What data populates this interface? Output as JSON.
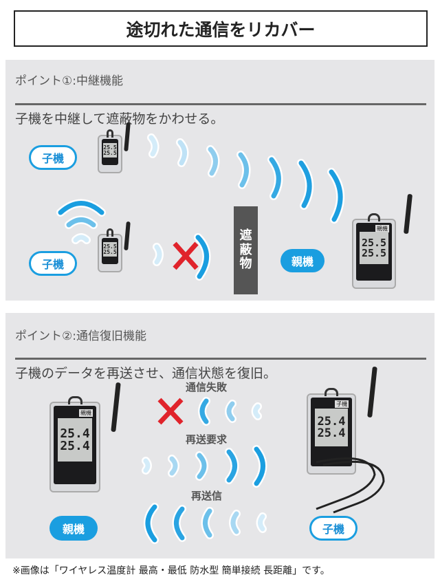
{
  "title": "途切れた通信をリカバー",
  "point1": {
    "heading": "ポイント①:中継機能",
    "subtitle": "子機を中継して遮蔽物をかわせる。",
    "child_label_1": "子機",
    "child_label_2": "子機",
    "parent_label": "親機",
    "obstacle": [
      "遮",
      "蔽",
      "物"
    ],
    "device_reading": "25.5",
    "parent_tag": "親機"
  },
  "point2": {
    "heading": "ポイント②:通信復旧機能",
    "subtitle": "子機のデータを再送させ、通信状態を復旧。",
    "step_fail": "通信失敗",
    "step_request": "再送要求",
    "step_resend": "再送信",
    "parent_label": "親機",
    "child_label": "子機",
    "device_reading": "25.4",
    "parent_tag": "親機",
    "child_tag": "子機"
  },
  "footnote": "※画像は「ワイヤレス温度計 最高・最低 防水型 簡単接続 長距離」です。",
  "colors": {
    "accent": "#1a9ee0",
    "light": "#bfe2f6",
    "fail": "#e0232b",
    "obstacle": "#555555",
    "panel": "#e6e6e8"
  }
}
